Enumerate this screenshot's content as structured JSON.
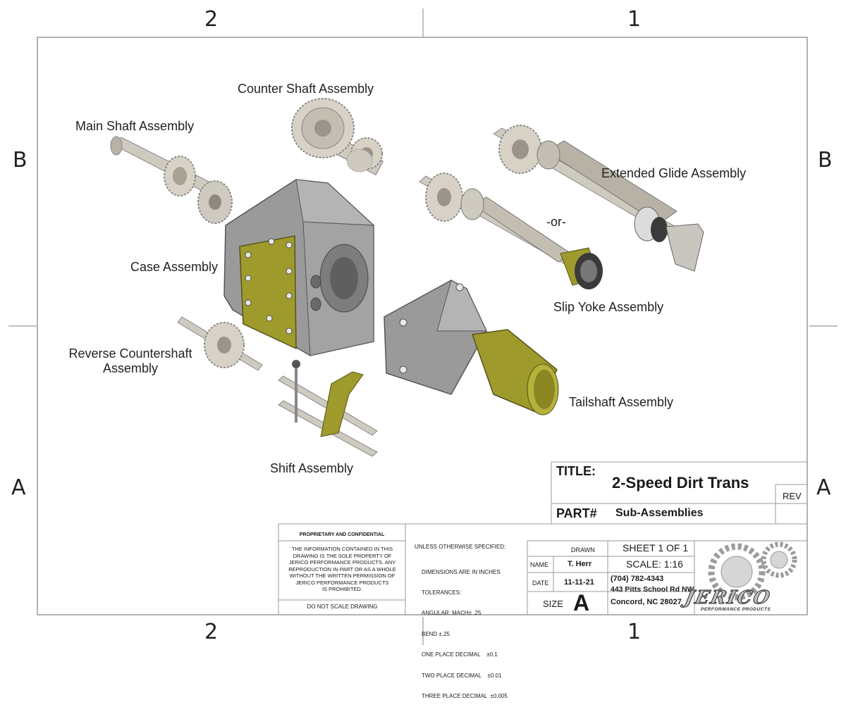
{
  "zones": {
    "top_left": "2",
    "top_right": "1",
    "bottom_left": "2",
    "bottom_right": "1",
    "left_upper": "B",
    "left_lower": "A",
    "right_upper": "B",
    "right_lower": "A"
  },
  "callouts": {
    "counter_shaft": "Counter Shaft Assembly",
    "main_shaft": "Main Shaft Assembly",
    "extended_glide": "Extended Glide Assembly",
    "or": "-or-",
    "case": "Case Assembly",
    "slip_yoke": "Slip Yoke Assembly",
    "reverse_line1": "Reverse Countershaft",
    "reverse_line2": "Assembly",
    "tailshaft": "Tailshaft Assembly",
    "shift": "Shift Assembly"
  },
  "title_block": {
    "title_label": "TITLE:",
    "title_value": "2-Speed Dirt Trans",
    "rev_label": "REV",
    "part_label": "PART#",
    "part_value": "Sub-Assemblies",
    "proprietary_heading": "PROPRIETARY AND CONFIDENTIAL",
    "proprietary_lines": [
      "THE INFORMATION CONTAINED IN THIS",
      "DRAWING IS THE SOLE PROPERTY OF",
      "JERICO PERFORMANCE PRODUCTS.  ANY",
      "REPRODUCTION IN PART OR AS A WHOLE",
      "WITHOUT THE WRITTEN PERMISSION OF",
      "JERICO PERFORMANCE PRODUCTS",
      "IS PROHIBITED."
    ],
    "do_not_scale": "DO NOT SCALE DRAWING",
    "unless_specified": "UNLESS OTHERWISE SPECIFIED:",
    "tolerance_lines": [
      "DIMENSIONS ARE IN INCHES",
      "TOLERANCES:",
      "ANGULAR: MACH± .25",
      "BEND ±.25",
      "ONE PLACE DECIMAL    ±0.1",
      "TWO PLACE DECIMAL    ±0.01",
      "THREE PLACE DECIMAL  ±0.005"
    ],
    "drawn_label": "DRAWN",
    "name_label": "NAME",
    "name_value": "T. Herr",
    "date_label": "DATE",
    "date_value": "11-11-21",
    "size_label": "SIZE",
    "size_value": "A",
    "sheet": "SHEET 1 OF 1",
    "scale": "SCALE: 1:16",
    "phone": "(704) 782-4343",
    "address_line1": "443 Pitts School Rd NW,",
    "address_line2": "Concord, NC 28027",
    "logo_text": "JERICO",
    "logo_subtext": "PERFORMANCE PRODUCTS"
  },
  "colors": {
    "metal": "#c9c9c9",
    "metal_dark": "#8e8e8e",
    "gear": "#d8d2c6",
    "case_gray": "#9a9a9a",
    "olive": "#9e9a2c",
    "olive_dark": "#6f6c1e",
    "border": "#9a9a9a"
  }
}
